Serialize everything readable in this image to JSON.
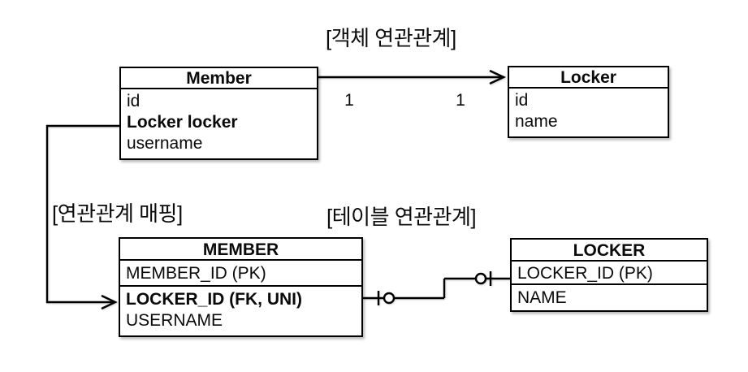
{
  "labels": {
    "object_association": "[객체 연관관계]",
    "association_mapping": "[연관관계 매핑]",
    "table_association": "[테이블 연관관계]"
  },
  "object_diagram": {
    "member": {
      "title": "Member",
      "fields": [
        "id",
        "Locker locker",
        "username"
      ]
    },
    "locker": {
      "title": "Locker",
      "fields": [
        "id",
        "name"
      ]
    },
    "cardinality_source": "1",
    "cardinality_target": "1"
  },
  "table_diagram": {
    "member": {
      "title": "MEMBER",
      "primary_key": "MEMBER_ID (PK)",
      "foreign_key": "LOCKER_ID (FK, UNI)",
      "columns": [
        "USERNAME"
      ]
    },
    "locker": {
      "title": "LOCKER",
      "primary_key": "LOCKER_ID (PK)",
      "columns": [
        "NAME"
      ]
    }
  },
  "colors": {
    "line": "#000000",
    "background": "#ffffff",
    "text": "#0a0a0a"
  }
}
